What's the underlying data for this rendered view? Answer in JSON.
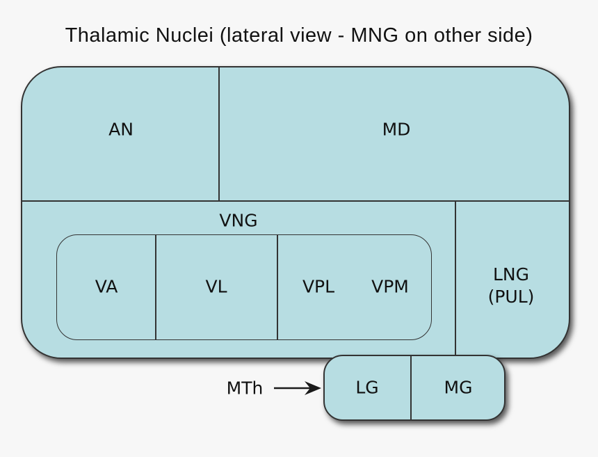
{
  "title": "Thalamic Nuclei (lateral view - MNG on other side)",
  "colors": {
    "fill": "#b7dde2",
    "stroke": "#333333",
    "background": "#f7f7f7"
  },
  "diagram": {
    "top_row": {
      "an": "AN",
      "md": "MD"
    },
    "ventral_group": {
      "label": "VNG",
      "va": "VA",
      "vl": "VL",
      "vpl": "VPL",
      "vpm": "VPM"
    },
    "lateral_group": {
      "line1": "LNG",
      "line2": "(PUL)"
    },
    "geniculate": {
      "lg": "LG",
      "mg": "MG"
    },
    "metathalamus": {
      "label": "MTh",
      "arrow": "right-arrow-icon"
    }
  }
}
